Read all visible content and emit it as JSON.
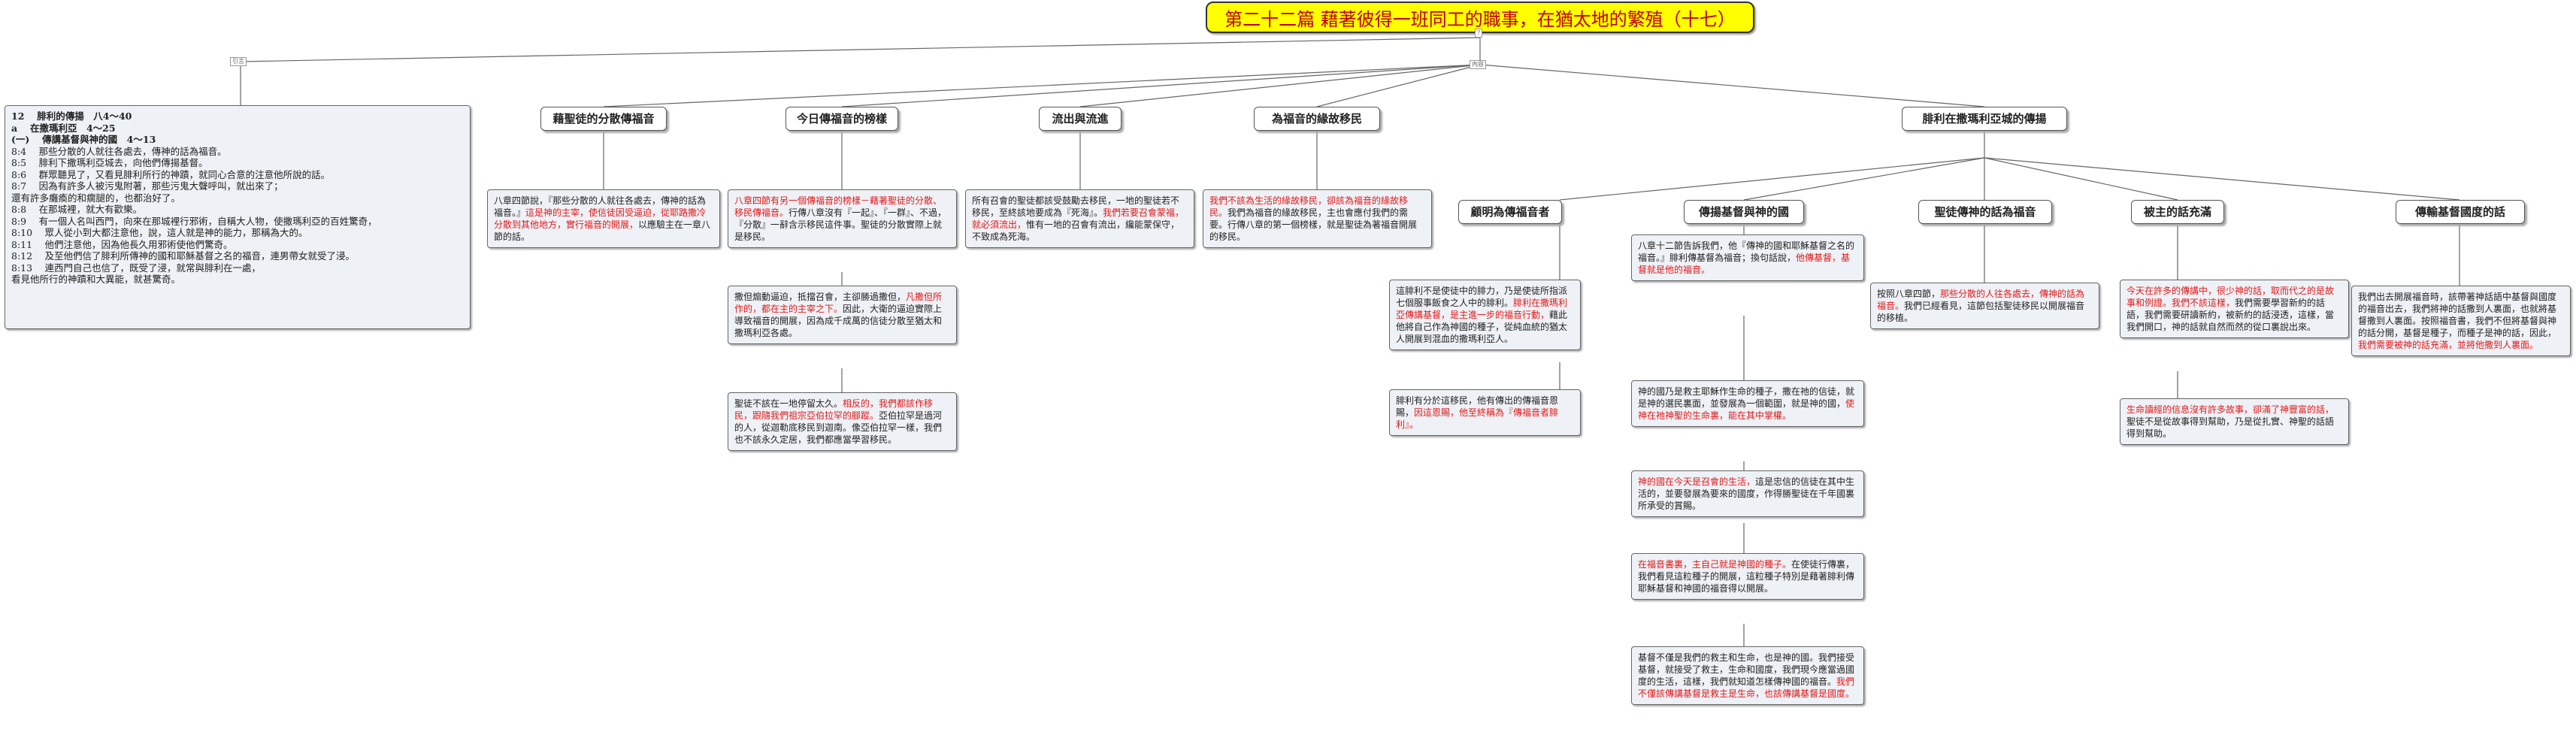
{
  "title": "第二十二篇 藉著彼得一班同工的職事，在猶太地的繁殖（十七）",
  "tags": {
    "title_icon": "?",
    "left_tag": "引言",
    "center_tag": "內容"
  },
  "outline": {
    "lines": [
      {
        "text": "12　 腓利的傳揚　八4～40",
        "bold": true
      },
      {
        "text": "a　 在撒瑪利亞　4～25",
        "bold": true
      },
      {
        "text": "(一)　 傳講基督與神的國　4～13",
        "bold": true
      },
      {
        "text": "8:4　 那些分散的人就往各處去，傳神的話為福音。",
        "bold": false
      },
      {
        "text": "8:5　 腓利下撒瑪利亞城去，向他們傳揚基督。",
        "bold": false
      },
      {
        "text": "8:6　 群眾聽見了，又看見腓利所行的神蹟，就同心合意的注意他所說的話。",
        "bold": false
      },
      {
        "text": "8:7　 因為有許多人被污鬼附著，那些污鬼大聲呼叫，就出來了；",
        "bold": false
      },
      {
        "text": "還有許多癱瘓的和瘸腿的，也都治好了。",
        "bold": false
      },
      {
        "text": "8:8　 在那城裡，就大有歡樂。",
        "bold": false
      },
      {
        "text": "8:9　 有一個人名叫西門，向來在那城裡行邪術，自稱大人物，使撒瑪利亞的百姓驚奇，",
        "bold": false
      },
      {
        "text": "8:10　 眾人從小到大都注意他，說，這人就是神的能力，那稱為大的。",
        "bold": false
      },
      {
        "text": "8:11　 他們注意他，因為他長久用邪術使他們驚奇。",
        "bold": false
      },
      {
        "text": "8:12　 及至他們信了腓利所傳神的國和耶穌基督之名的福音，連男帶女就受了浸。",
        "bold": false
      },
      {
        "text": "8:13　 連西門自己也信了，既受了浸，就常與腓利在一處，",
        "bold": false
      },
      {
        "text": "看見他所行的神蹟和大異能，就甚驚奇。",
        "bold": false
      }
    ]
  },
  "heads": {
    "h1": "藉聖徒的分散傳福音",
    "h2": "今日傳福音的榜樣",
    "h3": "流出與流進",
    "h4": "為福音的緣故移民",
    "h5": "腓利在撒瑪利亞城的傳揚",
    "h5a": "顧明為傳福音者",
    "h5b": "傳揚基督與神的國",
    "h5c": "聖徒傳神的話為福音",
    "h5d": "被主的話充滿",
    "h5e": "傳輸基督國度的話"
  },
  "boxes": {
    "b1": [
      {
        "t": "八章四節說，『那些分散的人就往各處去，傳神的話為福音。』",
        "red": false
      },
      {
        "t": "這是神的主宰，使信徒因受逼迫，從耶路撒冷分散到其他地方，實行福音的開展，",
        "red": true
      },
      {
        "t": "以應驗主在一章八節的話。",
        "red": false
      }
    ],
    "b2a": [
      {
        "t": "八章四節有另一個傳福音的榜樣－藉著聖徒的分散、移民傳福音。",
        "red": true
      },
      {
        "t": "行傳八章沒有『一起』、『一群』、不過，『分散』一辭含示移民這件事。聖徒的分散實際上就是移民。",
        "red": false
      }
    ],
    "b2b": [
      {
        "t": "撒但煽動逼迫，抵擋召會，主卻勝過撒但，",
        "red": false
      },
      {
        "t": "凡撒但所作的，都在主的主宰之下。",
        "red": true
      },
      {
        "t": "因此，大衛的逼迫實際上導致福音的開展，因為成千成萬的信徒分散至猶太和撒瑪利亞各處。",
        "red": false
      }
    ],
    "b2c": [
      {
        "t": "聖徒不該在一地停留太久。",
        "red": false
      },
      {
        "t": "相反的，我們都該作移民，跟隨我們祖宗亞伯拉罕的腳蹤。",
        "red": true
      },
      {
        "t": "亞伯拉罕是過河的人，從迦勒底移民到迦南。像亞伯拉罕一樣，我們也不該永久定居，我們都應當學習移民。",
        "red": false
      }
    ],
    "b3": [
      {
        "t": "所有召會的聖徒都該受鼓勵去移民，一地的聖徒若不移民，至終該地要成為『死海』。",
        "red": false
      },
      {
        "t": "我們若要召會蒙福，就必須流出，",
        "red": true
      },
      {
        "t": "惟有一地的召會有流出，纔能蒙保守，不致成為死海。",
        "red": false
      }
    ],
    "b4": [
      {
        "t": "我們不該為生活的緣故移民，卻該為福音的緣故移民。",
        "red": true
      },
      {
        "t": "我們為福音的緣故移民，主也會應付我們的需要。行傳八章的第一個榜樣，就是聖徒為著福音開展的移民。",
        "red": false
      }
    ],
    "b5a1": [
      {
        "t": "這腓利不是使徒中的腓力，乃是使徒所指派七個服事飯食之人中的腓利。",
        "red": false
      },
      {
        "t": "腓利在撒瑪利亞傳講基督，是主進一步的福音行動，",
        "red": true
      },
      {
        "t": "藉此他將自己作為神國的種子，從純血統的猶太人開展到混血的撒瑪利亞人。",
        "red": false
      }
    ],
    "b5a2": [
      {
        "t": "腓利有分於這移民，他有傳出的傳福音恩賜，",
        "red": false
      },
      {
        "t": "因這恩賜，他至終稱為『傳福音者腓利』。",
        "red": true
      }
    ],
    "b5b1": [
      {
        "t": "八章十二節告訴我們，他『傳神的國和耶穌基督之名的福音。』腓利傳基督為福音；換句話說，",
        "red": false
      },
      {
        "t": "他傳基督，基督就是他的福音。",
        "red": true
      }
    ],
    "b5b2": [
      {
        "t": "神的國乃是救主耶穌作生命的種子，撒在祂的信徒，就是神的選民裏面，並發展為一個範圍，就是神的國，",
        "red": false
      },
      {
        "t": "使神在祂神聖的生命裏，能在其中掌權。",
        "red": true
      }
    ],
    "b5b3": [
      {
        "t": "神的國在今天是召會的生活，",
        "red": true
      },
      {
        "t": "這是忠信的信徒在其中生活的，並要發展為要來的國度，",
        "red": false
      },
      {
        "t": "作得勝聖徒在千年國裏所承受的賞賜。",
        "red": false
      }
    ],
    "b5b4": [
      {
        "t": "在福音書裏，主自己就是神國的種子。",
        "red": true
      },
      {
        "t": "在使徒行傳裏，我們看見這粒種子的開展，這粒種子特別是藉著腓利傳耶穌基督和神國的福音得以開展。",
        "red": false
      }
    ],
    "b5b5": [
      {
        "t": "基督不僅是我們的救主和生命，也是神的國。我們接受基督，就接受了救主，生命和國度，我們現今應當過國度的生活，這樣，我們就知道怎樣傳神國的福音。",
        "red": false
      },
      {
        "t": "我們不僅該傳講基督是救主是生命，也該傳講基督是國度。",
        "red": true
      }
    ],
    "b5c": [
      {
        "t": "按照八章四節，",
        "red": false
      },
      {
        "t": "那些分散的人往各處去，傳神的話為福音。",
        "red": true
      },
      {
        "t": "我們已經看見，這節包括聖徒移民以開展福音的移植。",
        "red": false
      }
    ],
    "b5d1": [
      {
        "t": "今天在許多的傳講中，很少神的話，取而代之的是故事和例證。我們不該這樣，",
        "red": true
      },
      {
        "t": "我們需要學習新約的話語，我們需要研讀新約，被新約的話浸透，這樣，當我們開口，神的話就自然而然的從口裏說出來。",
        "red": false
      }
    ],
    "b5d2": [
      {
        "t": "生命讀經的信息沒有許多故事，卻滿了神豐富的話，",
        "red": true
      },
      {
        "t": "聖徒不是從故事得到幫助，乃是從扎實、神聖的話語得到幫助。",
        "red": false
      }
    ],
    "b5e": [
      {
        "t": "我們出去開展福音時，該帶著神話語中基督與國度的福音出去，我們將神的話撒到人裏面，也就將基督撒到人裏面。按照福音書，我們不但將基督與神的話分開，基督是種子，而種子是神的話，因此，",
        "red": false
      },
      {
        "t": "我們需要被神的話充滿，並將他撒到人裏面。",
        "red": true
      }
    ]
  }
}
